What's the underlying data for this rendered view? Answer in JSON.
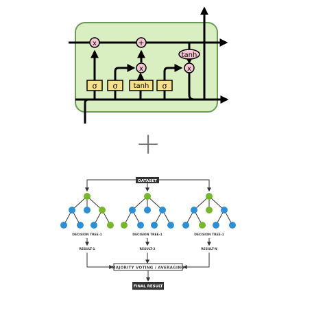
{
  "lstm": {
    "ops": {
      "multiply": "x",
      "add": "+"
    },
    "gates": [
      "σ",
      "σ",
      "tanh",
      "σ"
    ],
    "output_activation": "tanh"
  },
  "combine_symbol": "+",
  "random_forest": {
    "dataset_label": "DATASET",
    "trees": [
      {
        "label": "DECISION TREE-1",
        "result": "RESULT-1"
      },
      {
        "label": "DECISION TREE-1",
        "result": "RESULT-2"
      },
      {
        "label": "DECISION TREE-1",
        "result": "RESULT-N"
      }
    ],
    "voting_label": "MAJORITY VOTING / AVERAGING",
    "final_label": "FINAL RESULT"
  },
  "colors": {
    "cell_fill": "#d9efc2",
    "cell_stroke": "#6a9a55",
    "op_fill": "#f3c6d2",
    "gate_fill": "#f6e08a",
    "node_blue": "#2b8fd8",
    "node_green": "#77b82a",
    "label_box": "#333333"
  }
}
